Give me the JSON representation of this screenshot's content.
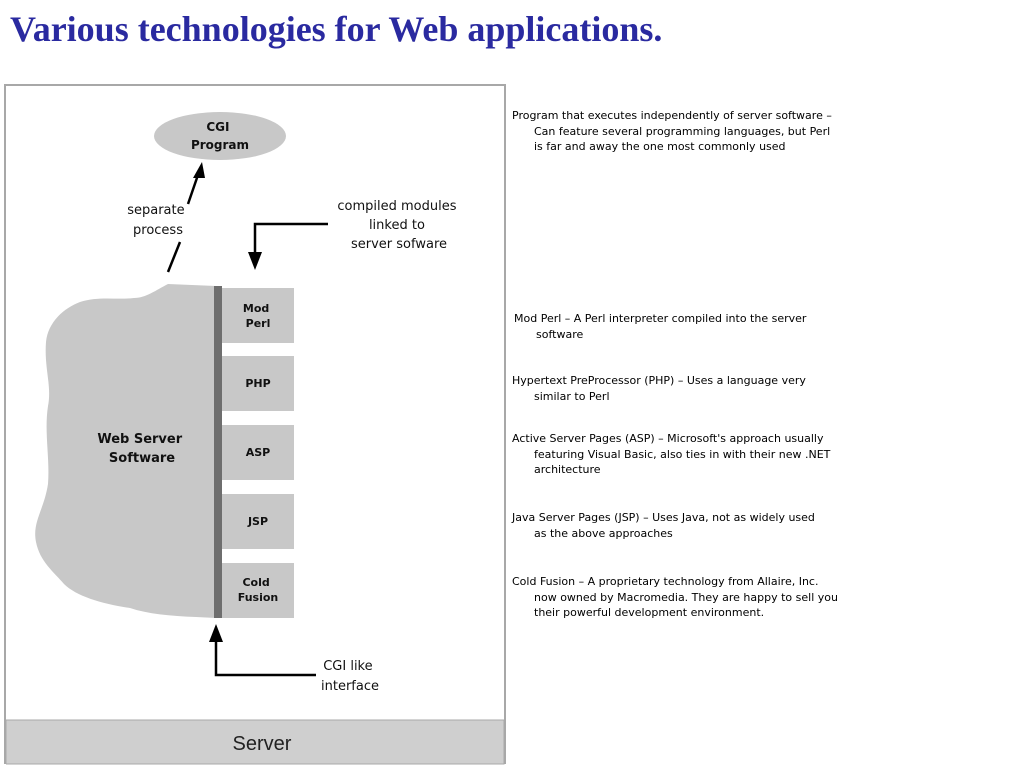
{
  "title": "Various technologies for Web applications.",
  "diagram": {
    "cgi_program": [
      "CGI",
      "Program"
    ],
    "separate_process": [
      "separate",
      "process"
    ],
    "compiled_modules": [
      "compiled modules",
      "linked to",
      "server sofware"
    ],
    "web_server": [
      "Web Server",
      "Software"
    ],
    "modules": [
      {
        "lines": [
          "Mod",
          "Perl"
        ]
      },
      {
        "lines": [
          "PHP"
        ]
      },
      {
        "lines": [
          "ASP"
        ]
      },
      {
        "lines": [
          "JSP"
        ]
      },
      {
        "lines": [
          "Cold",
          "Fusion"
        ]
      }
    ],
    "cgi_like_interface": [
      "CGI like",
      "interface"
    ],
    "server_label": "Server",
    "colors": {
      "cloud": "#c8c8c8",
      "module_box": "#c8c8c8",
      "bus_bar": "#6e6e6e",
      "server_bar": "#cfcfcf",
      "title": "#2a2aa0"
    }
  },
  "descriptions": [
    {
      "first": "Program that executes independently of server software –",
      "rest": [
        "Can feature several programming languages, but Perl",
        "is far and away the one most commonly used"
      ]
    },
    {
      "first": "Mod Perl – A  Perl interpreter compiled into the server",
      "rest": [
        "software"
      ]
    },
    {
      "first": "Hypertext PreProcessor (PHP) – Uses a language very",
      "rest": [
        "similar to Perl"
      ]
    },
    {
      "first": "Active Server Pages (ASP) – Microsoft's approach usually",
      "rest": [
        "featuring Visual Basic, also ties in with their new .NET",
        "architecture"
      ]
    },
    {
      "first": "Java Server Pages (JSP) – Uses Java, not as widely used",
      "rest": [
        "as the above approaches"
      ]
    },
    {
      "first": "Cold Fusion – A proprietary technology from Allaire, Inc.",
      "rest": [
        "now owned by Macromedia. They are happy to sell you",
        "their powerful development environment."
      ]
    }
  ]
}
